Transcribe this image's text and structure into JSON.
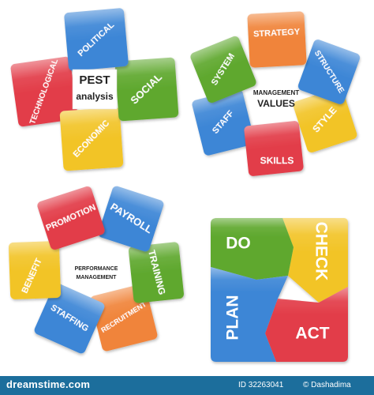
{
  "colors": {
    "blue": "#3d86d6",
    "orange": "#f0843a",
    "green": "#5fa82e",
    "yellow": "#f2c428",
    "red": "#e23c48",
    "footer": "#1c6e9c"
  },
  "pest": {
    "center_title": "PEST",
    "center_subtitle": "analysis",
    "tiles": [
      "POLITICAL",
      "SOCIAL",
      "ECONOMIC",
      "TECHNOLOGICAL"
    ]
  },
  "values": {
    "center_title": "MANAGEMENT",
    "center_subtitle": "VALUES",
    "tiles": [
      "STRATEGY",
      "STRUCTURE",
      "STYLE",
      "SKILLS",
      "STAFF",
      "SYSTEM"
    ]
  },
  "performance": {
    "center_title": "PERFORMANCE",
    "center_subtitle": "MANAGEMENT",
    "tiles": [
      "PROMOTION",
      "PAYROLL",
      "TRAINING",
      "RECRUITMENT",
      "STAFFING",
      "BENEFIT"
    ]
  },
  "pdca": {
    "tiles": [
      "DO",
      "CHECK",
      "ACT",
      "PLAN"
    ]
  },
  "footer": {
    "brand": "dreamstime.com",
    "id_label": "ID 32263041",
    "author": "Dashadima"
  }
}
